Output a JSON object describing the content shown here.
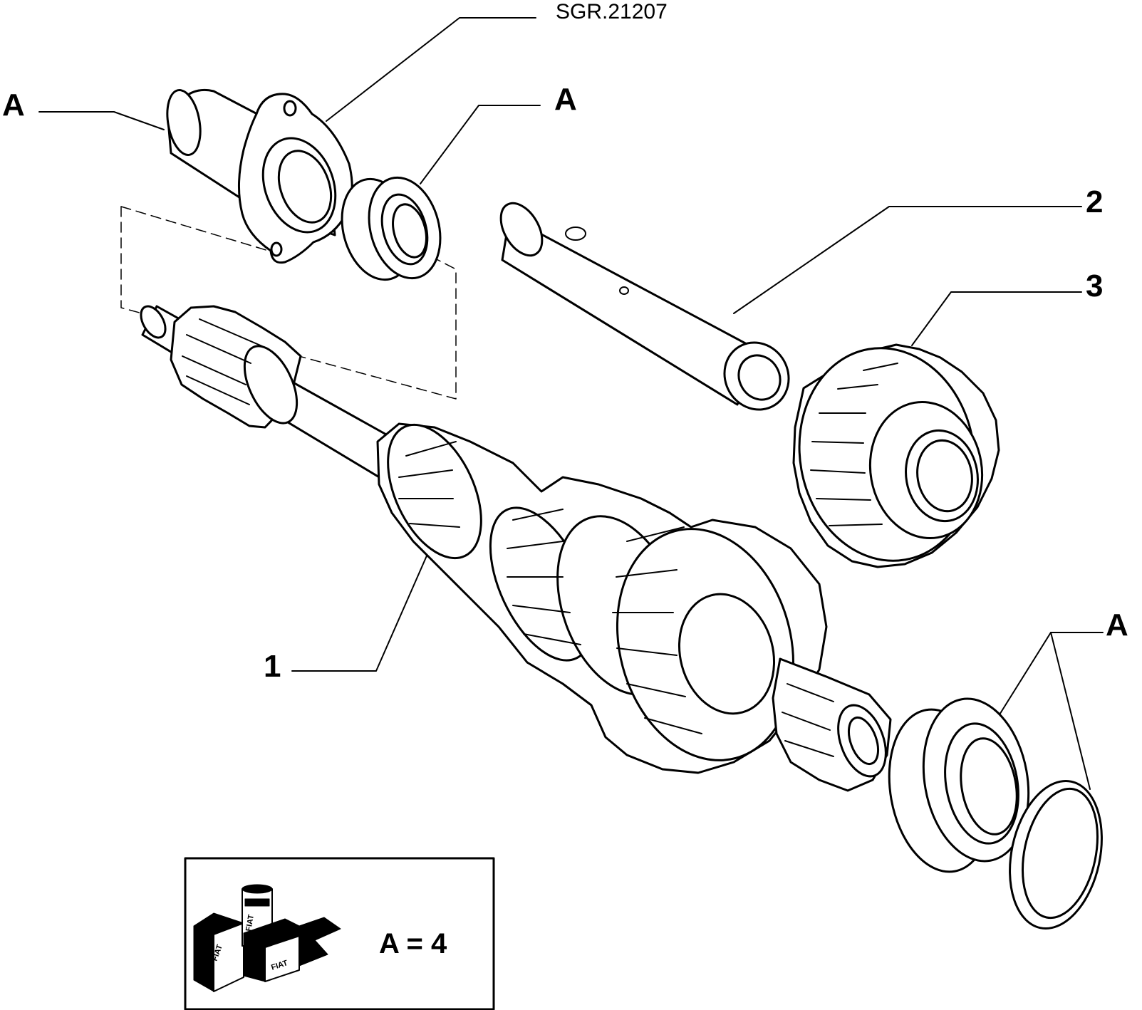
{
  "reference": "SGR.21207",
  "callouts": {
    "a_top_left": "A",
    "a_top_mid": "A",
    "a_right": "A",
    "part_1": "1",
    "part_2": "2",
    "part_3": "3"
  },
  "kit_box": {
    "brand_text": "FIAT",
    "equation": "A = 4"
  }
}
